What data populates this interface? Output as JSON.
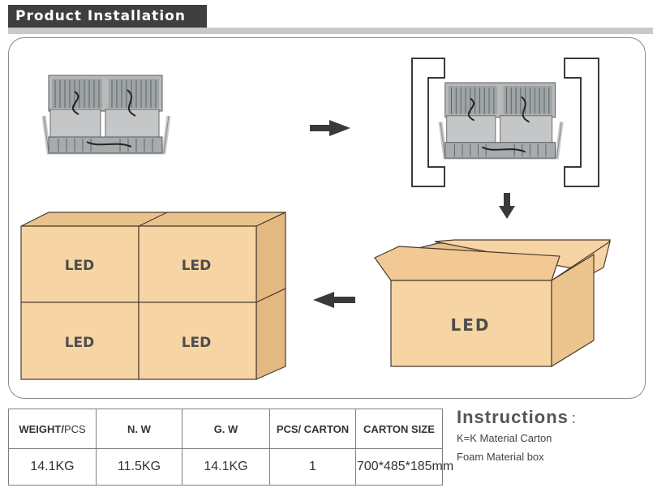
{
  "header": {
    "title": "Product Installation"
  },
  "diagram": {
    "box_label": "LED",
    "colors": {
      "carton": "#f7d4a4",
      "carton_edge": "#4a3b2e",
      "arrow": "#3a3a3a"
    }
  },
  "table": {
    "headers": {
      "weight_bold": "WEIGHT/",
      "weight_rest": "PCS",
      "nw": "N. W",
      "gw": "G. W",
      "pcs": "PCS/ CARTON",
      "size": "CARTON SIZE"
    },
    "values": {
      "weight": "14.1KG",
      "nw": "11.5KG",
      "gw": "14.1KG",
      "pcs": "1",
      "size": "700*485*185mm"
    }
  },
  "instructions": {
    "title": "Instructions",
    "colon": ":",
    "lines": [
      "K=K Material Carton",
      "Foam Material box"
    ]
  }
}
